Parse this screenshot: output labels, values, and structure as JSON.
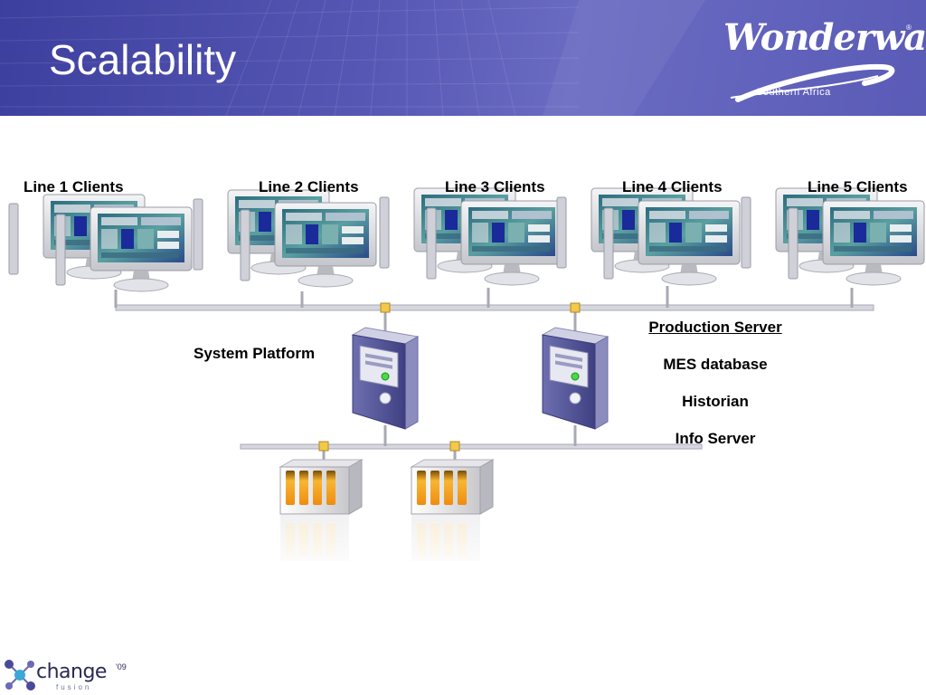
{
  "slide": {
    "title": "Scalability"
  },
  "logo": {
    "brand": "Wonderware",
    "subtitle": "Southern Africa",
    "registered_mark": "®"
  },
  "footer_logo": {
    "name": "change",
    "year": "'09",
    "tagline": "fusion",
    "icon": "molecule-icon"
  },
  "clients": [
    {
      "label": "Line 1 Clients",
      "icon": "workstation-icon"
    },
    {
      "label": "Line 2 Clients",
      "icon": "workstation-icon"
    },
    {
      "label": "Line 3 Clients",
      "icon": "workstation-icon"
    },
    {
      "label": "Line 4 Clients",
      "icon": "workstation-icon"
    },
    {
      "label": "Line 5 Clients",
      "icon": "workstation-icon"
    }
  ],
  "servers": {
    "system_platform": {
      "label": "System Platform",
      "icon": "tower-server-icon"
    },
    "production": {
      "title": "Production Server",
      "roles": [
        "MES database",
        "Historian",
        "Info Server"
      ],
      "icon": "tower-server-icon"
    }
  },
  "plc_icons": [
    "plc-rack-icon",
    "plc-rack-icon"
  ],
  "colors": {
    "header_bg": "#5556b2",
    "network_line": "#c9c9d2",
    "connector": "#f2c94c",
    "server_body": "#5b5c9c",
    "plc_slot": "#f0a020"
  }
}
